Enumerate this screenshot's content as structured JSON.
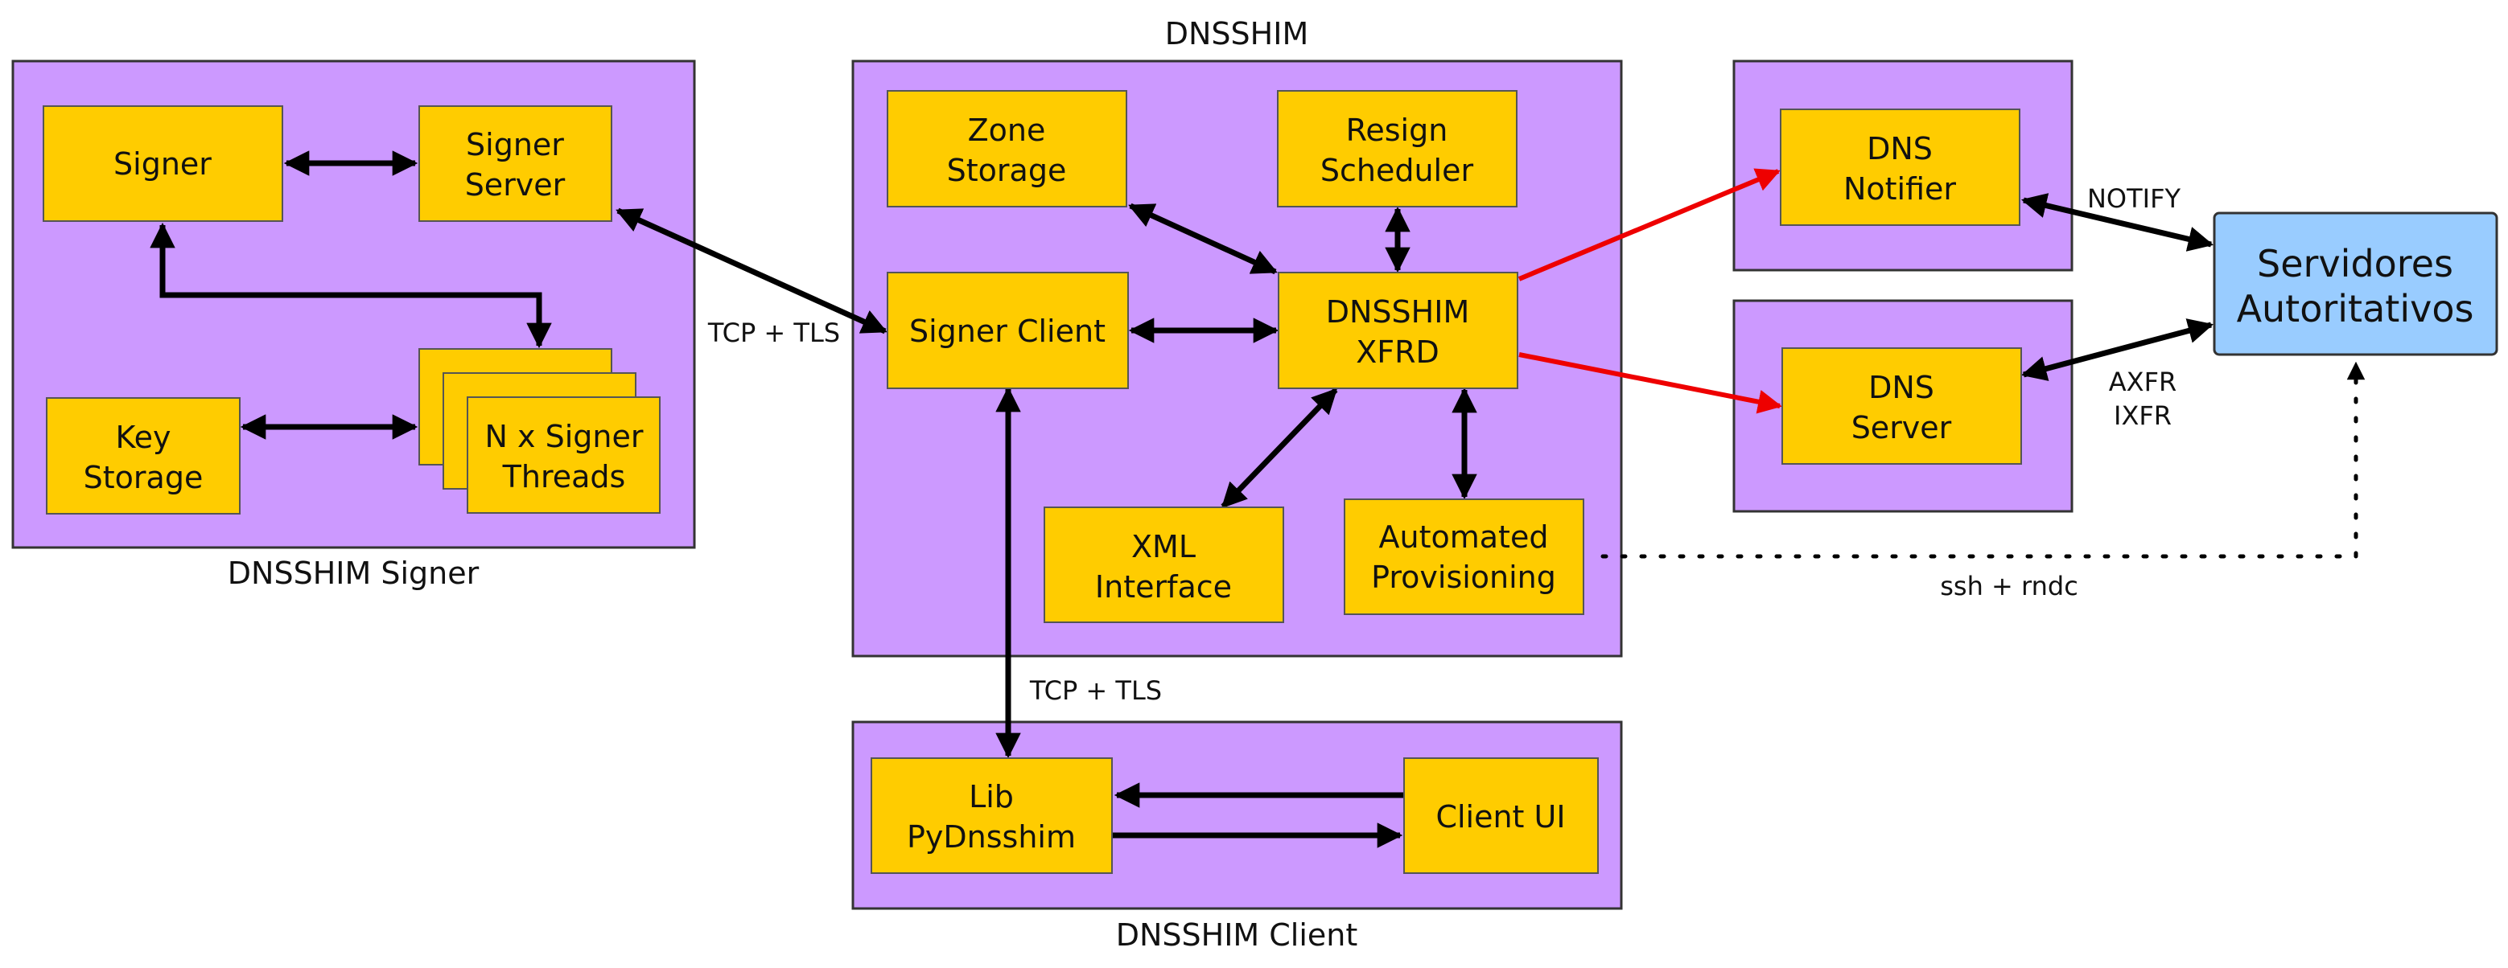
{
  "groups": {
    "signer": {
      "label": "DNSSHIM Signer"
    },
    "core": {
      "label": "DNSSHIM"
    },
    "client": {
      "label": "DNSSHIM Client"
    }
  },
  "nodes": {
    "signer": {
      "lines": [
        "Signer"
      ]
    },
    "signer_server": {
      "lines": [
        "Signer",
        "Server"
      ]
    },
    "key_storage": {
      "lines": [
        "Key",
        "Storage"
      ]
    },
    "signer_threads": {
      "lines": [
        "N x Signer",
        "Threads"
      ]
    },
    "zone_storage": {
      "lines": [
        "Zone",
        "Storage"
      ]
    },
    "resign_scheduler": {
      "lines": [
        "Resign",
        "Scheduler"
      ]
    },
    "signer_client": {
      "lines": [
        "Signer Client"
      ]
    },
    "xfrd": {
      "lines": [
        "DNSSHIM",
        "XFRD"
      ]
    },
    "xml_interface": {
      "lines": [
        "XML",
        "Interface"
      ]
    },
    "automated_provisioning": {
      "lines": [
        "Automated",
        "Provisioning"
      ]
    },
    "lib_pydnsshim": {
      "lines": [
        "Lib",
        "PyDnsshim"
      ]
    },
    "client_ui": {
      "lines": [
        "Client UI"
      ]
    },
    "dns_notifier": {
      "lines": [
        "DNS",
        "Notifier"
      ]
    },
    "dns_server": {
      "lines": [
        "DNS",
        "Server"
      ]
    },
    "servidores": {
      "lines": [
        "Servidores",
        "Autoritativos"
      ]
    }
  },
  "edge_labels": {
    "tcp_tls_signer": "TCP + TLS",
    "tcp_tls_client": "TCP + TLS",
    "notify": "NOTIFY",
    "axfr": "AXFR",
    "ixfr": "IXFR",
    "ssh_rndc": "ssh + rndc"
  },
  "colors": {
    "group_fill": "#cc99ff",
    "component_fill": "#ffcc00",
    "external_fill": "#99ccff",
    "arrow": "#000000",
    "arrow_red": "#ee0000"
  }
}
